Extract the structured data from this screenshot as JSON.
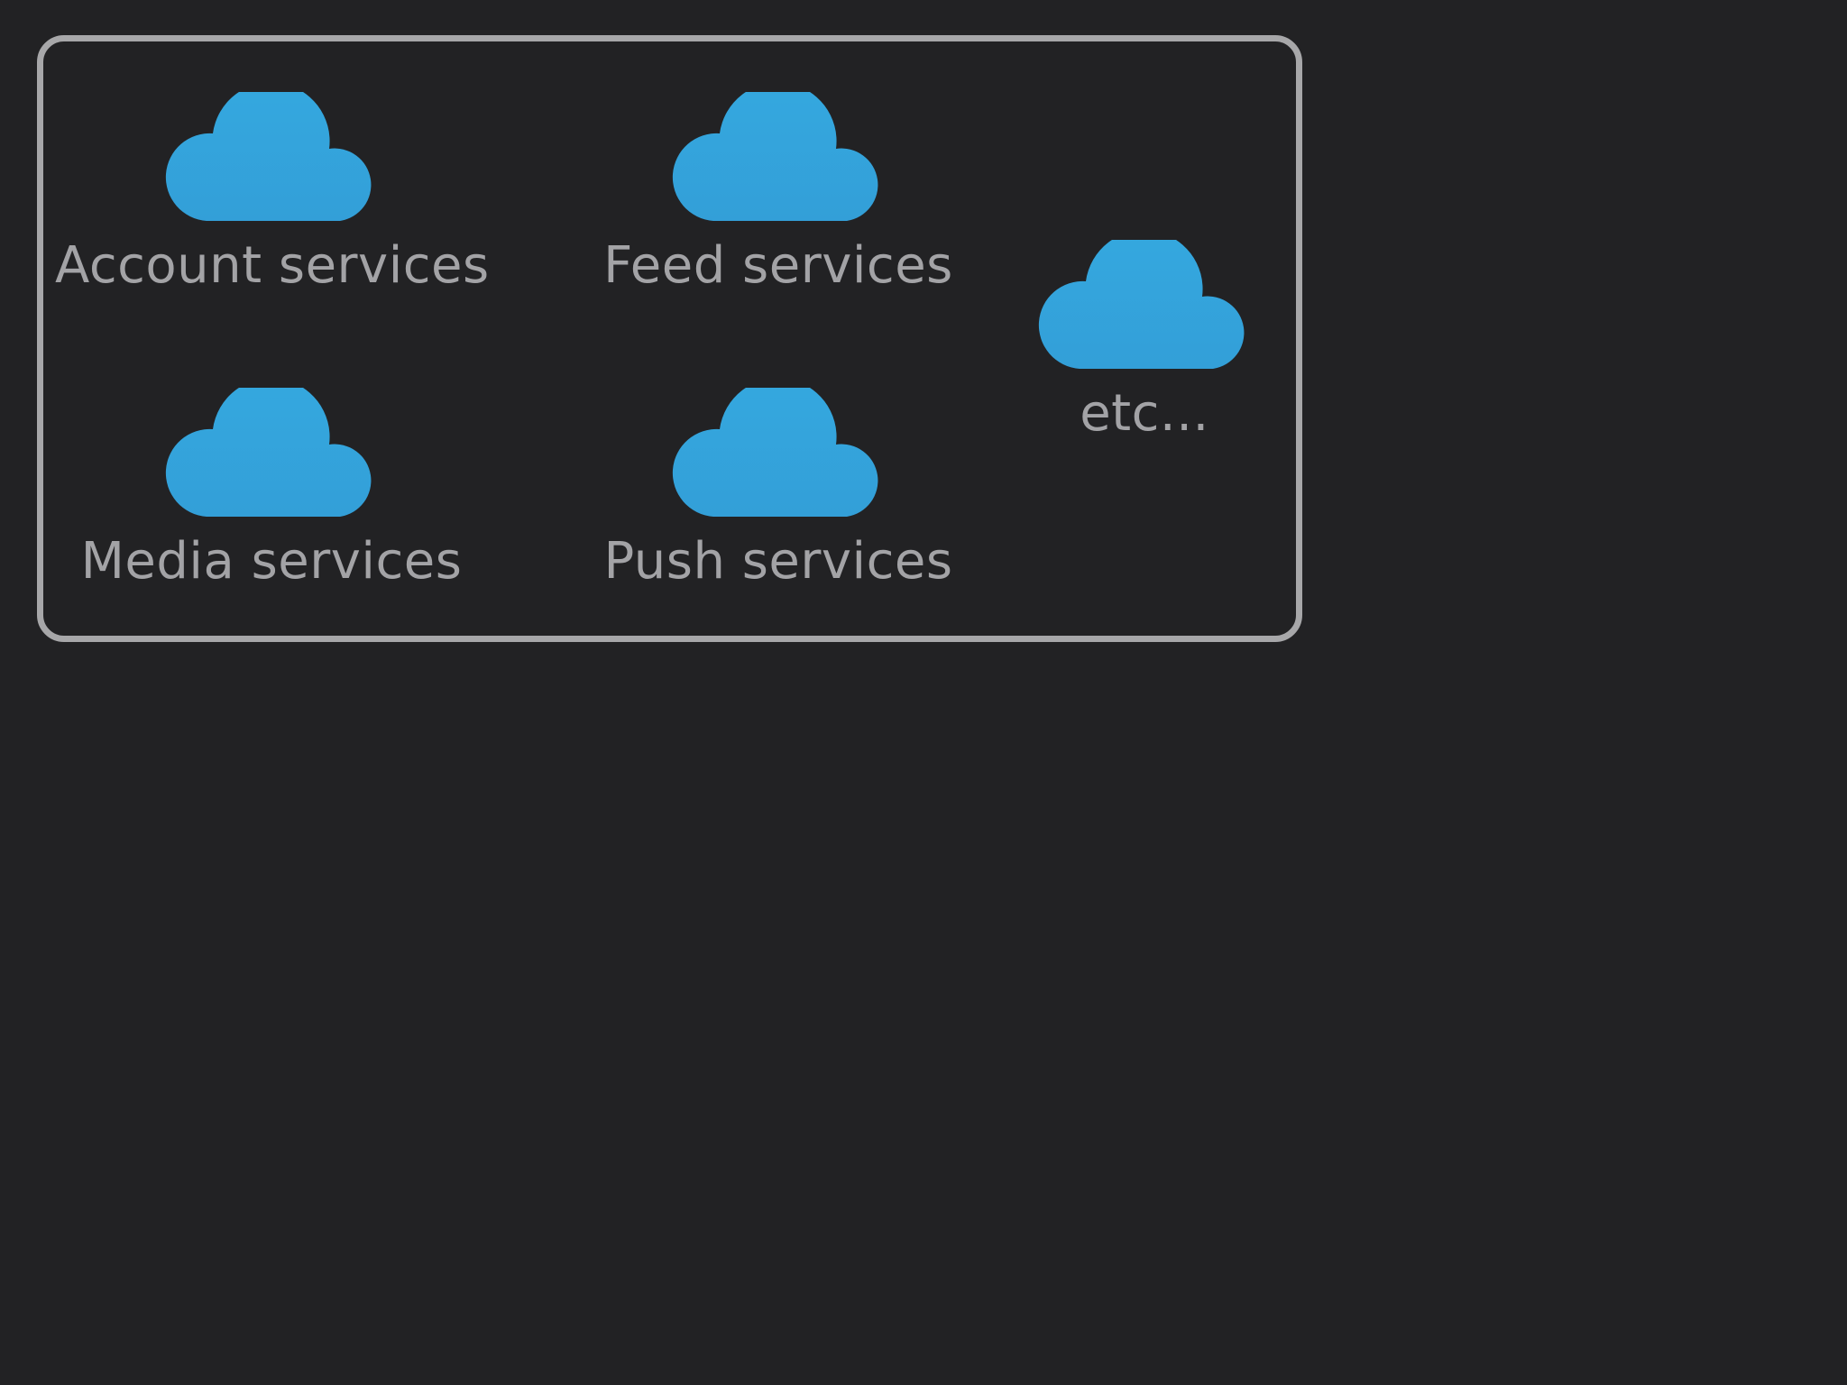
{
  "diagram": {
    "services": [
      {
        "label": "Account services",
        "icon": "cloud-icon"
      },
      {
        "label": "Feed services",
        "icon": "cloud-icon"
      },
      {
        "label": "Media services",
        "icon": "cloud-icon"
      },
      {
        "label": "Push services",
        "icon": "cloud-icon"
      },
      {
        "label": "etc...",
        "icon": "cloud-icon"
      }
    ],
    "colors": {
      "background": "#222224",
      "border": "#a7a7a9",
      "cloud": "#33a3dc",
      "text": "#a3a3a6"
    }
  }
}
